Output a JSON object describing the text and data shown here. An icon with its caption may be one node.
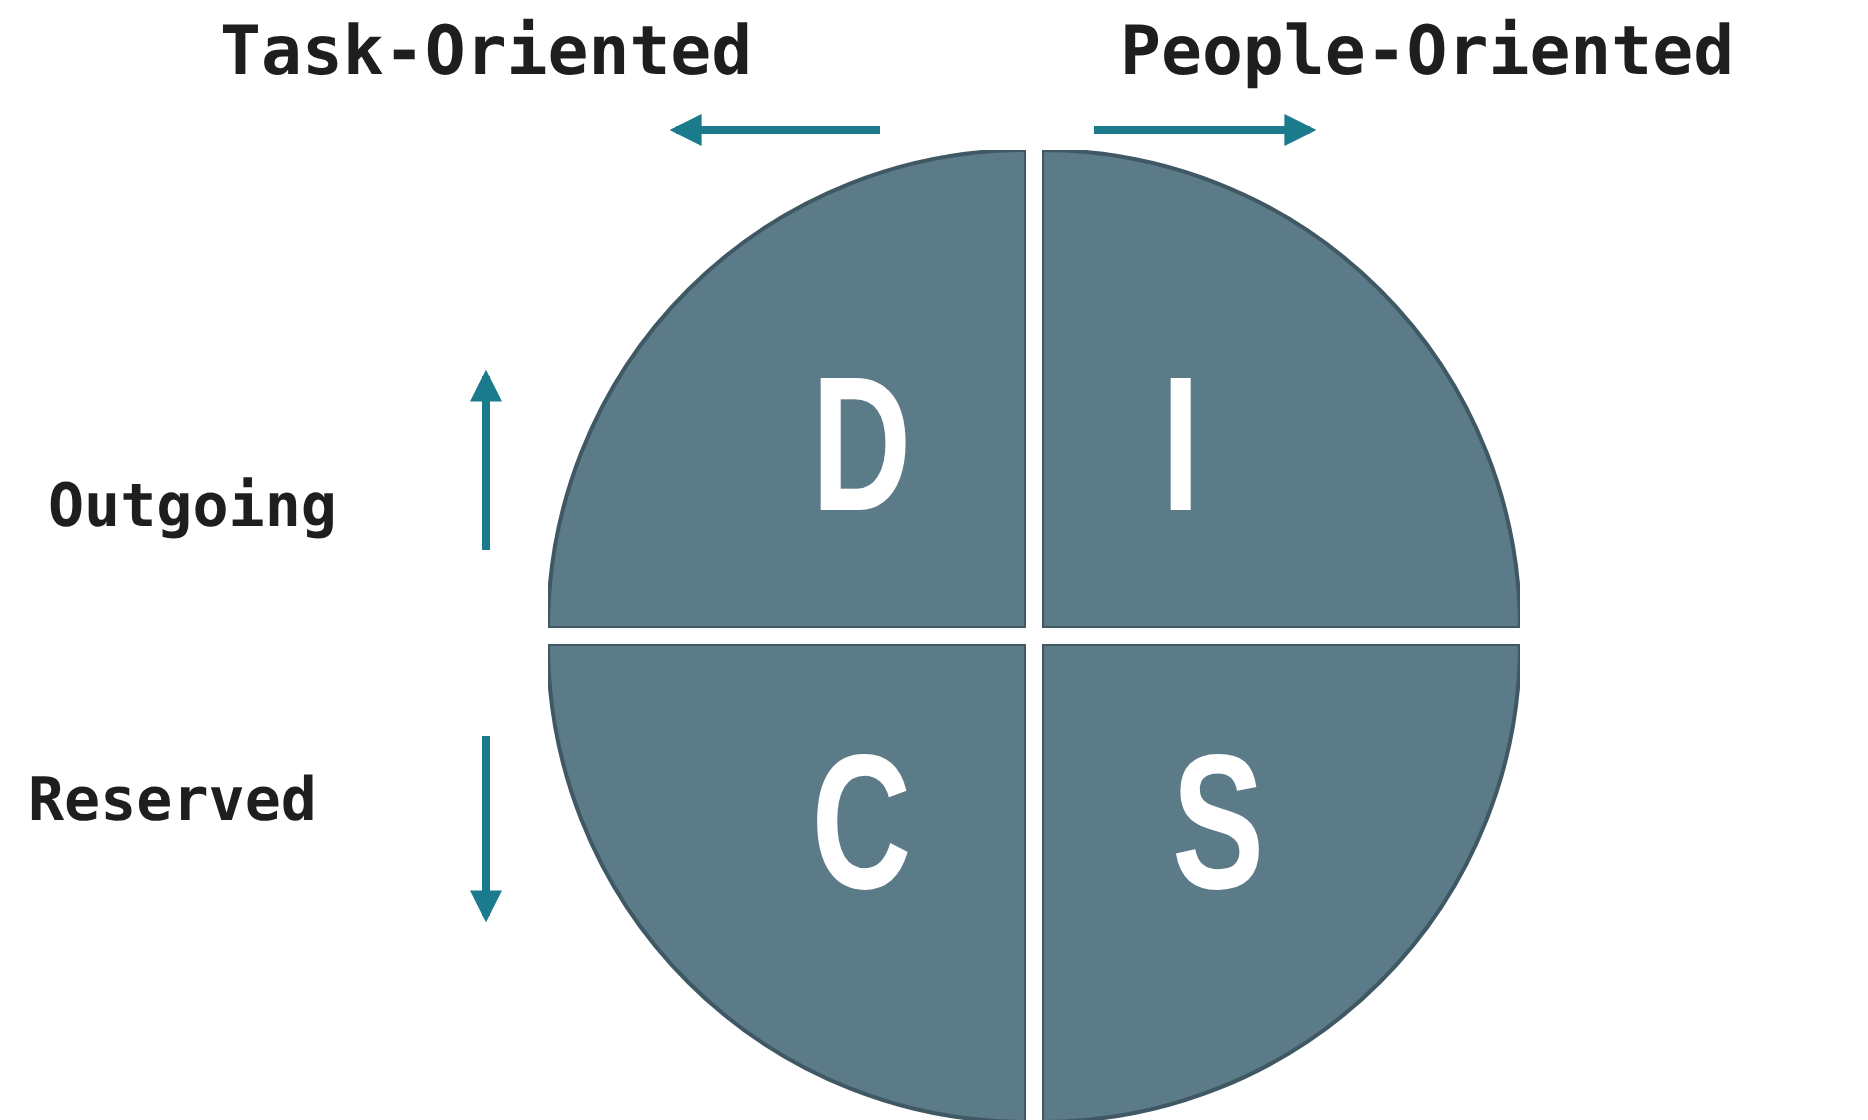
{
  "diagram": {
    "nodes": [
      {
        "text": [
          "D"
        ]
      },
      {
        "text": [
          "I"
        ]
      },
      {
        "text": [
          "C"
        ]
      },
      {
        "text": [
          "S"
        ]
      }
    ],
    "labels": [
      "Task-Oriented",
      "People-Oriented",
      "Outgoing",
      "Reserved"
    ]
  }
}
